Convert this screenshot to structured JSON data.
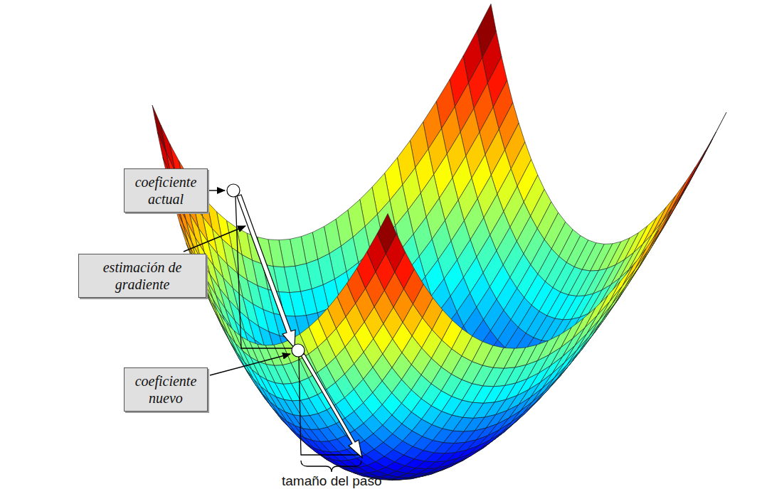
{
  "diagram": {
    "nodes": [
      {
        "text": [
          "coeficiente actual"
        ]
      },
      {
        "text": [
          "estimación de gradiente"
        ]
      },
      {
        "text": [
          "coeficiente nuevo"
        ]
      }
    ],
    "labels": [
      "tamaño del paso"
    ]
  }
}
